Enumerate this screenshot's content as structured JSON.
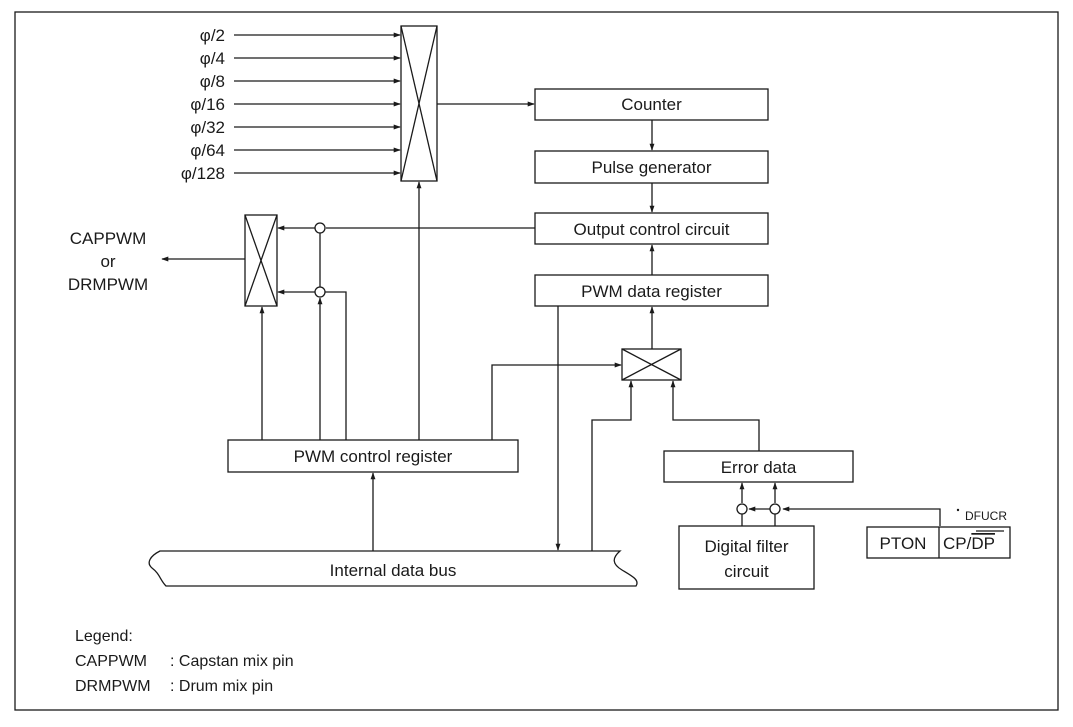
{
  "clock_inputs": [
    "φ/2",
    "φ/4",
    "φ/8",
    "φ/16",
    "φ/32",
    "φ/64",
    "φ/128"
  ],
  "blocks": {
    "counter": "Counter",
    "pulse_generator": "Pulse generator",
    "output_control": "Output control circuit",
    "pwm_data_register": "PWM data register",
    "pwm_control_register": "PWM control register",
    "internal_data_bus": "Internal data bus",
    "error_data": "Error data",
    "digital_filter_line1": "Digital filter",
    "digital_filter_line2": "circuit"
  },
  "outputs": {
    "line1": "CAPPWM",
    "line2": "or",
    "line3": "DRMPWM"
  },
  "dfucr": {
    "label": "DFUCR",
    "bit_pton": "PTON",
    "bit_cp": "CP/",
    "bit_dp": "DP"
  },
  "legend": {
    "title": "Legend:",
    "items": [
      {
        "term": "CAPPWM",
        "desc": ": Capstan mix pin"
      },
      {
        "term": "DRMPWM",
        "desc": ": Drum mix pin"
      }
    ]
  }
}
